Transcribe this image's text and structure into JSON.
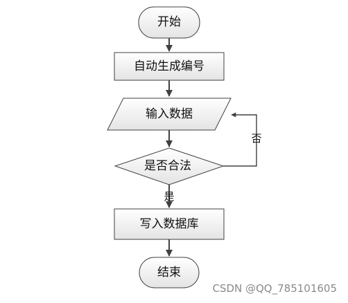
{
  "nodes": {
    "start": {
      "label": "开始",
      "shape": "terminal"
    },
    "auto_number": {
      "label": "自动生成编号",
      "shape": "process"
    },
    "input_data": {
      "label": "输入数据",
      "shape": "io"
    },
    "is_valid": {
      "label": "是否合法",
      "shape": "decision"
    },
    "write_db": {
      "label": "写入数据库",
      "shape": "process"
    },
    "end": {
      "label": "结束",
      "shape": "terminal"
    }
  },
  "edges": {
    "start_to_auto": {
      "from": "start",
      "to": "auto_number",
      "label": ""
    },
    "auto_to_input": {
      "from": "auto_number",
      "to": "input_data",
      "label": ""
    },
    "input_to_check": {
      "from": "input_data",
      "to": "is_valid",
      "label": ""
    },
    "check_yes": {
      "from": "is_valid",
      "to": "write_db",
      "label": "是"
    },
    "check_no": {
      "from": "is_valid",
      "to": "input_data",
      "label": "否"
    },
    "write_to_end": {
      "from": "write_db",
      "to": "end",
      "label": ""
    }
  },
  "colors": {
    "node_fill_top": "#ffffff",
    "node_fill_bottom": "#e4e4e4",
    "stroke": "#404040"
  },
  "watermark": "CSDN @QQ_785101605"
}
